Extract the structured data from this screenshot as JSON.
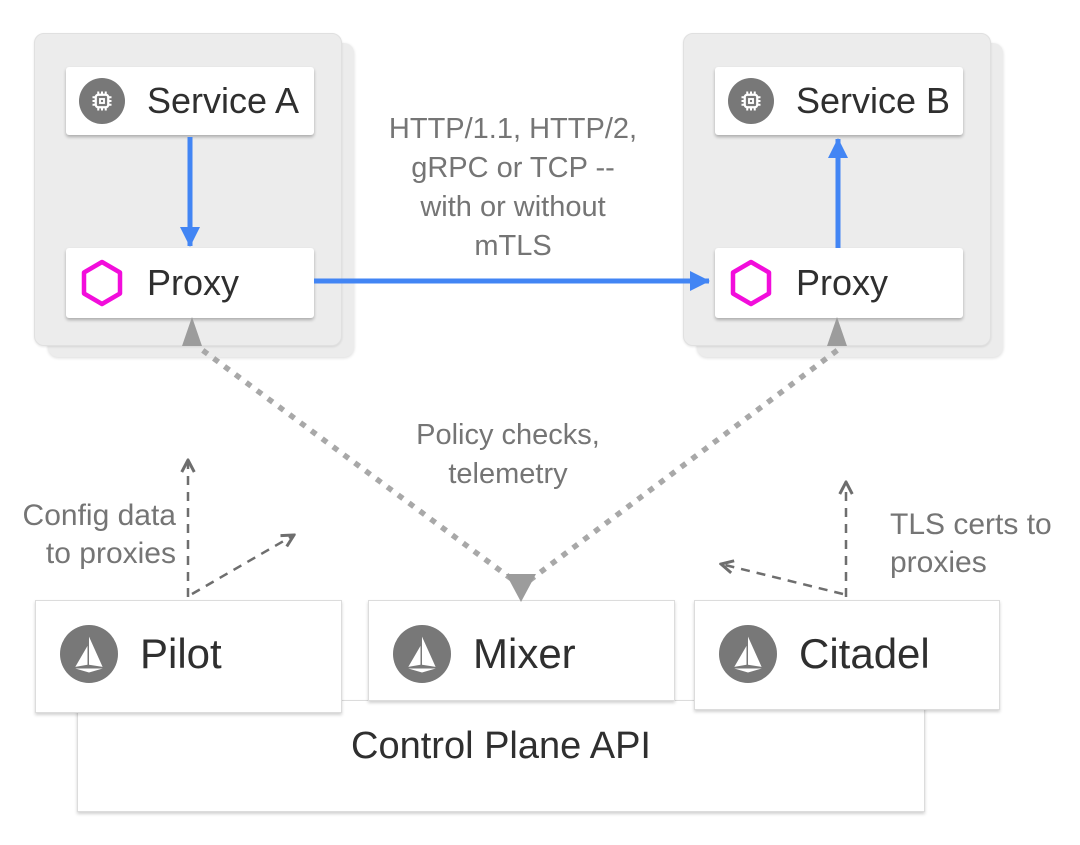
{
  "nodes": {
    "service_a": {
      "label": "Service A",
      "icon": "chip-icon"
    },
    "proxy_a": {
      "label": "Proxy",
      "icon": "hexagon-icon"
    },
    "service_b": {
      "label": "Service B",
      "icon": "chip-icon"
    },
    "proxy_b": {
      "label": "Proxy",
      "icon": "hexagon-icon"
    },
    "pilot": {
      "label": "Pilot",
      "icon": "istio-sail-icon"
    },
    "mixer": {
      "label": "Mixer",
      "icon": "istio-sail-icon"
    },
    "citadel": {
      "label": "Citadel",
      "icon": "istio-sail-icon"
    },
    "control_plane": {
      "label": "Control Plane API"
    }
  },
  "annotations": {
    "traffic": "HTTP/1.1, HTTP/2,\ngRPC or TCP --\nwith or without\nmTLS",
    "policy": "Policy checks,\ntelemetry",
    "config": "Config data\nto proxies",
    "tls": "TLS certs to\nproxies"
  },
  "colors": {
    "arrow_blue": "#4285f4",
    "proxy_magenta": "#f20ddb",
    "icon_gray": "#787878",
    "dotted_gray": "#a8a8a8",
    "arrowhead_gray": "#9c9c9c",
    "dashed_gray": "#6e6e6e",
    "annotation_text": "#757575",
    "label_text": "#2f2f2f",
    "pod_background": "#ececec"
  }
}
